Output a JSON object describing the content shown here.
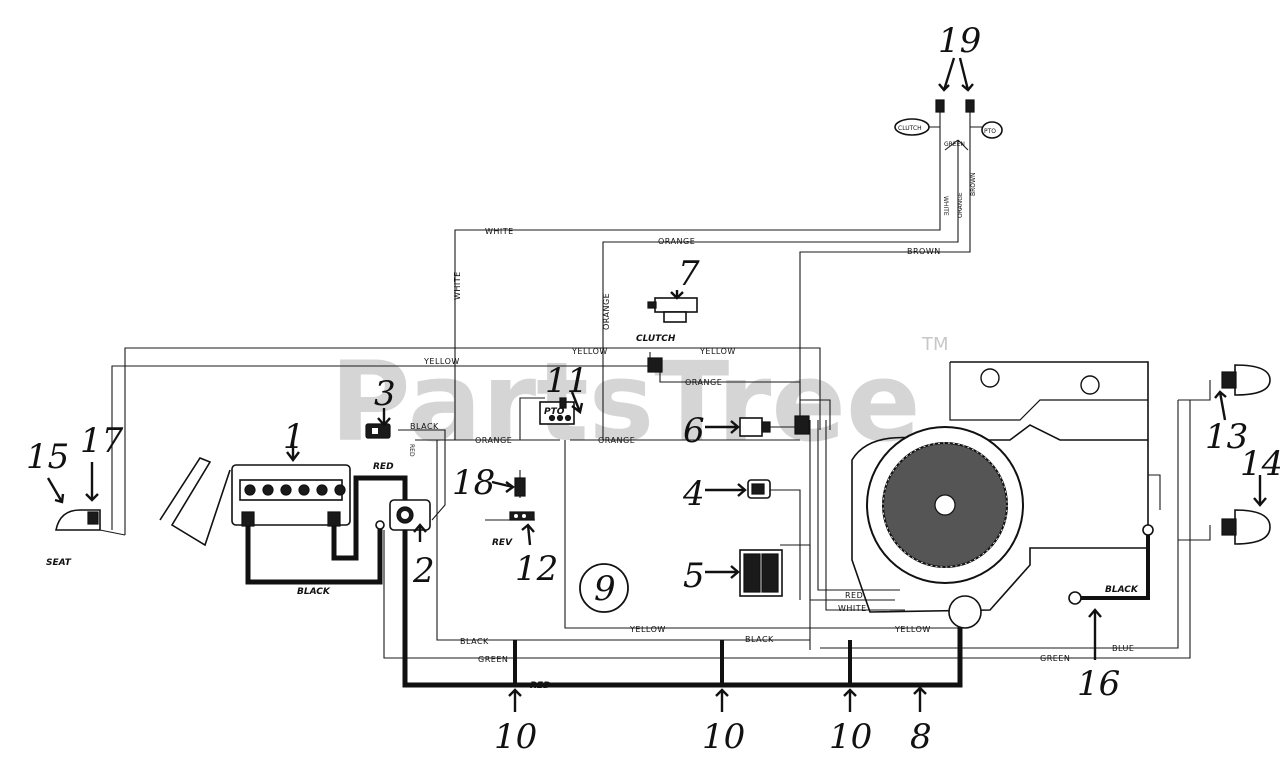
{
  "watermark": {
    "text": "PartsTree",
    "tm": "TM"
  },
  "callouts": {
    "c1": "1",
    "c2": "2",
    "c3": "3",
    "c4": "4",
    "c5": "5",
    "c6": "6",
    "c7": "7",
    "c8": "8",
    "c9": "9",
    "c10a": "10",
    "c10b": "10",
    "c10c": "10",
    "c11": "11",
    "c12": "12",
    "c13": "13",
    "c14": "14",
    "c15": "15",
    "c16": "16",
    "c17": "17",
    "c18": "18",
    "c19": "19"
  },
  "component_labels": {
    "seat": "SEAT",
    "rev": "REV",
    "pto": "PTO",
    "clutch": "CLUTCH",
    "clutch_plug": "CLUTCH",
    "pto_plug": "PTO"
  },
  "wire_labels": {
    "white_top": "WHITE",
    "white_vert": "WHITE",
    "orange_top": "ORANGE",
    "orange_vert": "ORANGE",
    "brown_top": "BROWN",
    "green_top": "GREEN",
    "white_19": "WHITE",
    "orange_19": "ORANGE",
    "brown_19": "BROWN",
    "yellow_1": "YELLOW",
    "yellow_2": "YELLOW",
    "yellow_3": "YELLOW",
    "yellow_4": "YELLOW",
    "yellow_5": "YELLOW",
    "orange_1": "ORANGE",
    "orange_2": "ORANGE",
    "orange_3": "ORANGE",
    "black_3": "BLACK",
    "red_batt": "RED",
    "red_vert": "RED",
    "black_batt": "BLACK",
    "black_bottom": "BLACK",
    "black_mid": "BLACK",
    "green_bottom": "GREEN",
    "red_bottom": "RED",
    "red_engine": "RED",
    "white_engine": "WHITE",
    "black_engine": "BLACK",
    "green_right": "GREEN",
    "blue_right": "BLUE"
  }
}
